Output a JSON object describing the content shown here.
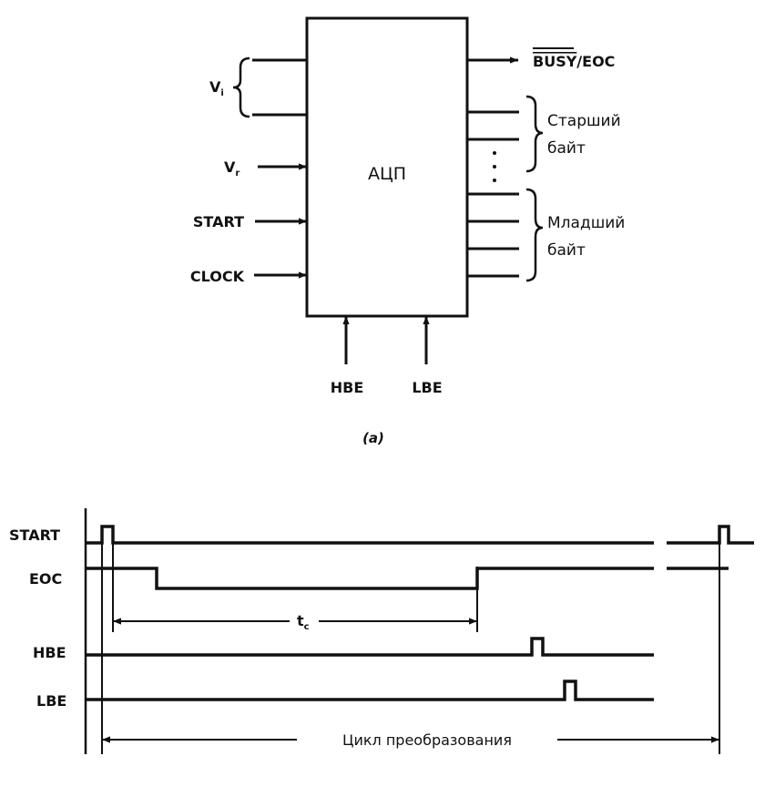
{
  "figure_a": {
    "block_label": "АЦП",
    "inputs": {
      "vi": "V",
      "vi_sub": "i",
      "vr": "V",
      "vr_sub": "r",
      "start": "START",
      "clock": "CLOCK"
    },
    "bottom_inputs": {
      "hbe": "HBE",
      "lbe": "LBE"
    },
    "outputs": {
      "busy_overline": "BUSY",
      "eoc_suffix": "/EOC",
      "high_byte_line1": "Старший",
      "high_byte_line2": "байт",
      "low_byte_line1": "Младший",
      "low_byte_line2": "байт"
    },
    "caption": "(a)"
  },
  "figure_b": {
    "signals": [
      "START",
      "EOC",
      "HBE",
      "LBE"
    ],
    "tc_label": "t",
    "tc_sub": "c",
    "cycle_label": "Цикл преобразования"
  }
}
